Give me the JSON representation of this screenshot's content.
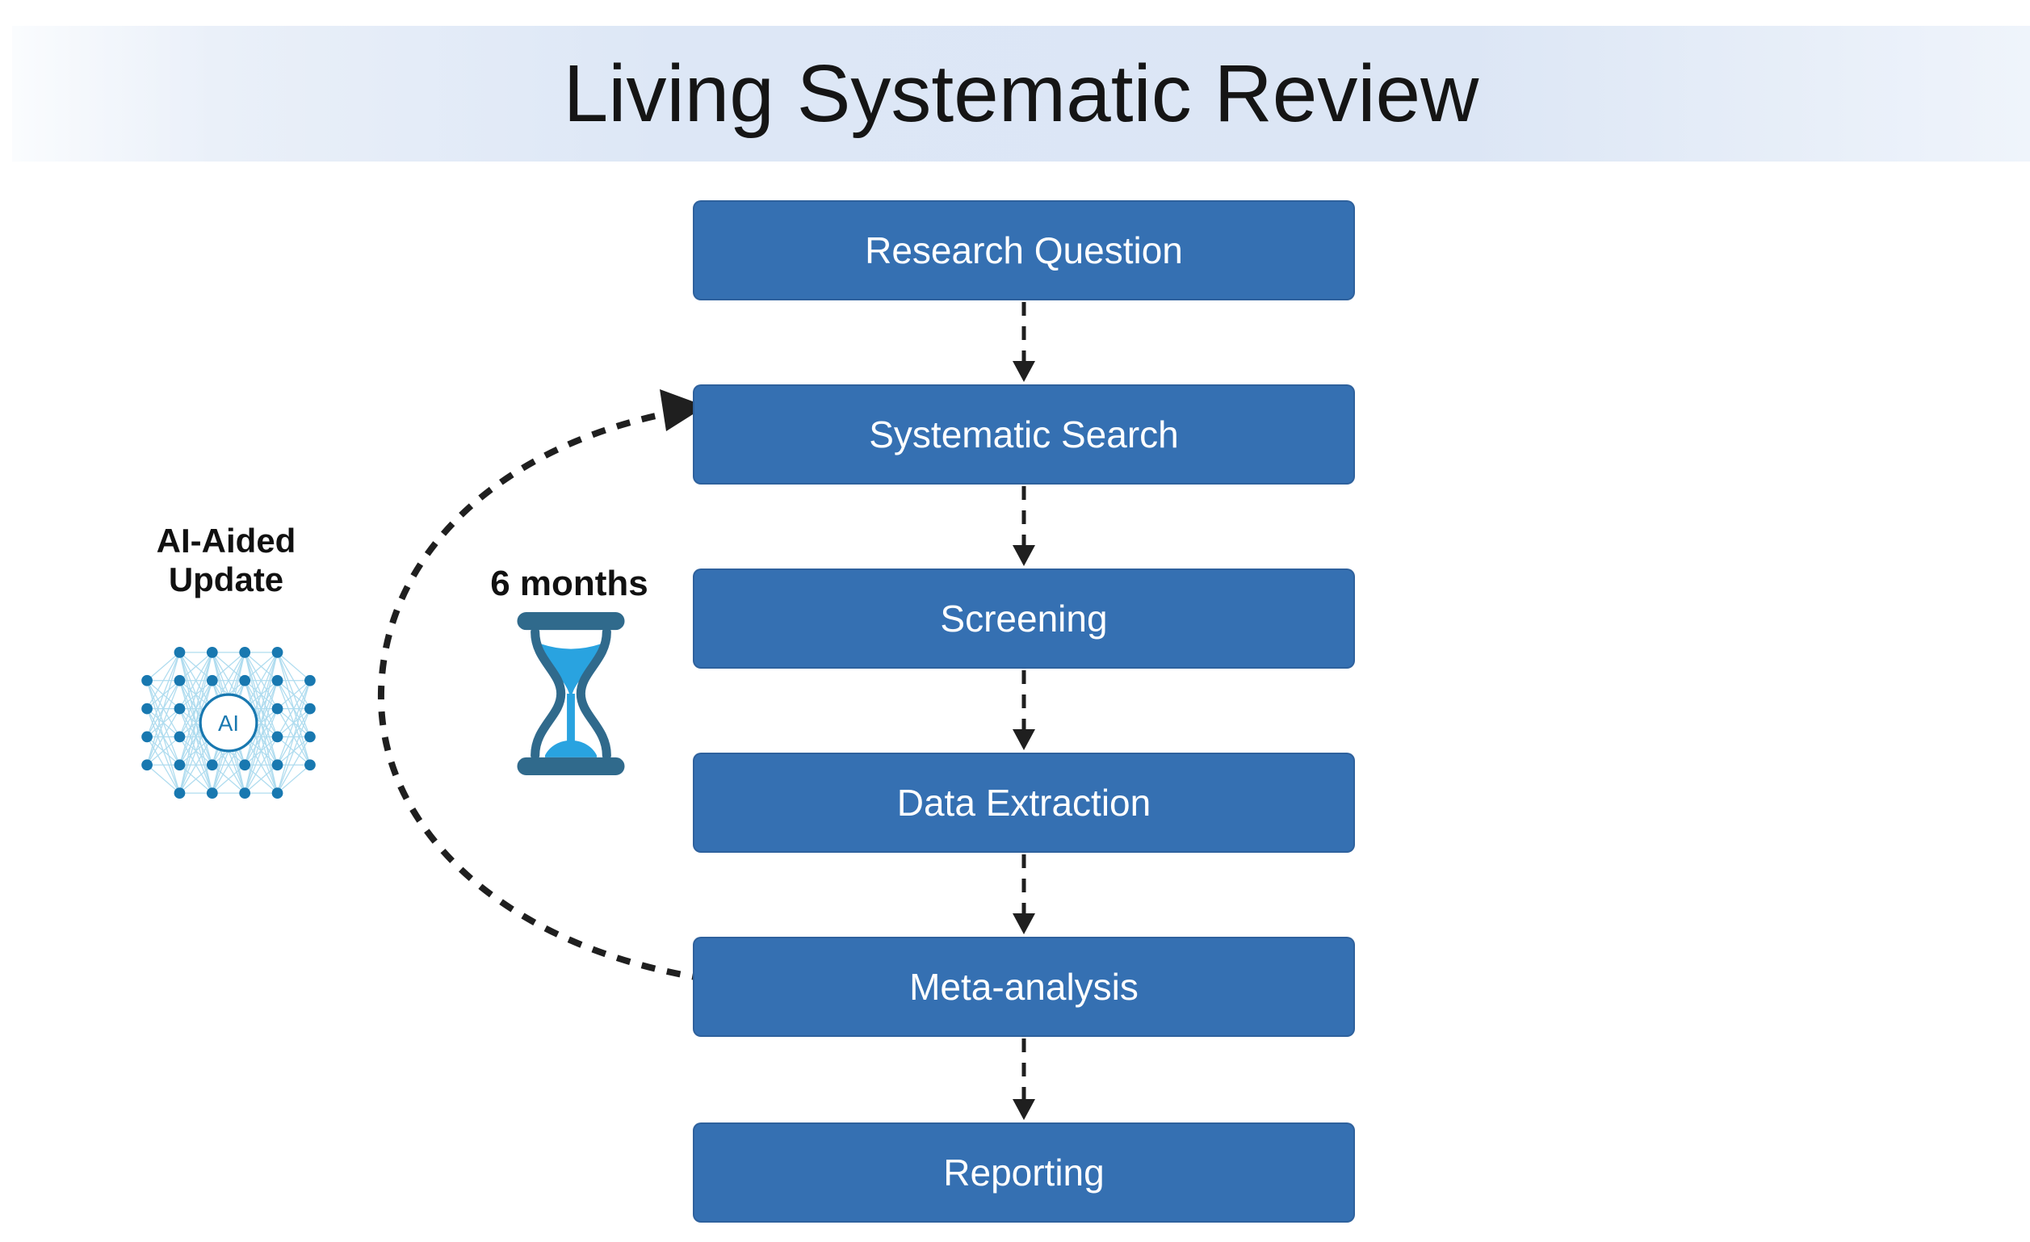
{
  "title": "Living Systematic Review",
  "flow": {
    "steps": [
      {
        "label": "Research Question"
      },
      {
        "label": "Systematic Search"
      },
      {
        "label": "Screening"
      },
      {
        "label": "Data Extraction"
      },
      {
        "label": "Meta-analysis"
      },
      {
        "label": "Reporting"
      }
    ]
  },
  "annotations": {
    "update_label_line1": "AI-Aided",
    "update_label_line2": "Update",
    "interval_label": "6 months",
    "ai_icon_text": "AI"
  },
  "colors": {
    "box_fill": "#3570b2",
    "box_text": "#ffffff",
    "title_text": "#151515",
    "band_tint": "#dce6f5",
    "arrow": "#1f1f1f",
    "hourglass_frame": "#306a8c",
    "hourglass_sand": "#29a3e0",
    "network_node": "#1878b0",
    "network_link": "#6fc0e2"
  }
}
